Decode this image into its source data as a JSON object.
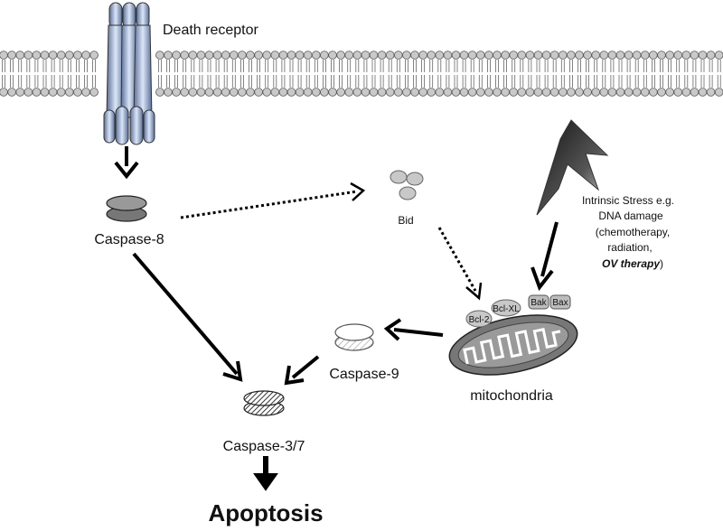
{
  "labels": {
    "death_receptor": "Death receptor",
    "caspase8": "Caspase-8",
    "bid": "Bid",
    "caspase9": "Caspase-9",
    "caspase37": "Caspase-3/7",
    "apoptosis": "Apoptosis",
    "mitochondria": "mitochondria",
    "bcl2": "Bcl-2",
    "bclxl": "Bcl-XL",
    "bak": "Bak",
    "bax": "Bax"
  },
  "stress": {
    "line1": "Intrinsic Stress e.g.",
    "line2": "DNA damage",
    "line3": "(chemotherapy,",
    "line4": "radiation,",
    "line5_bold": "OV therapy",
    "line5_end": ")"
  },
  "colors": {
    "membrane_head": "#c9c9c9",
    "receptor_fill": "#a9bde0",
    "caspase8_fill": "#888888",
    "bid_fill": "#c8c8c8",
    "mito_fill": "#777777",
    "arrow": "#000000"
  }
}
